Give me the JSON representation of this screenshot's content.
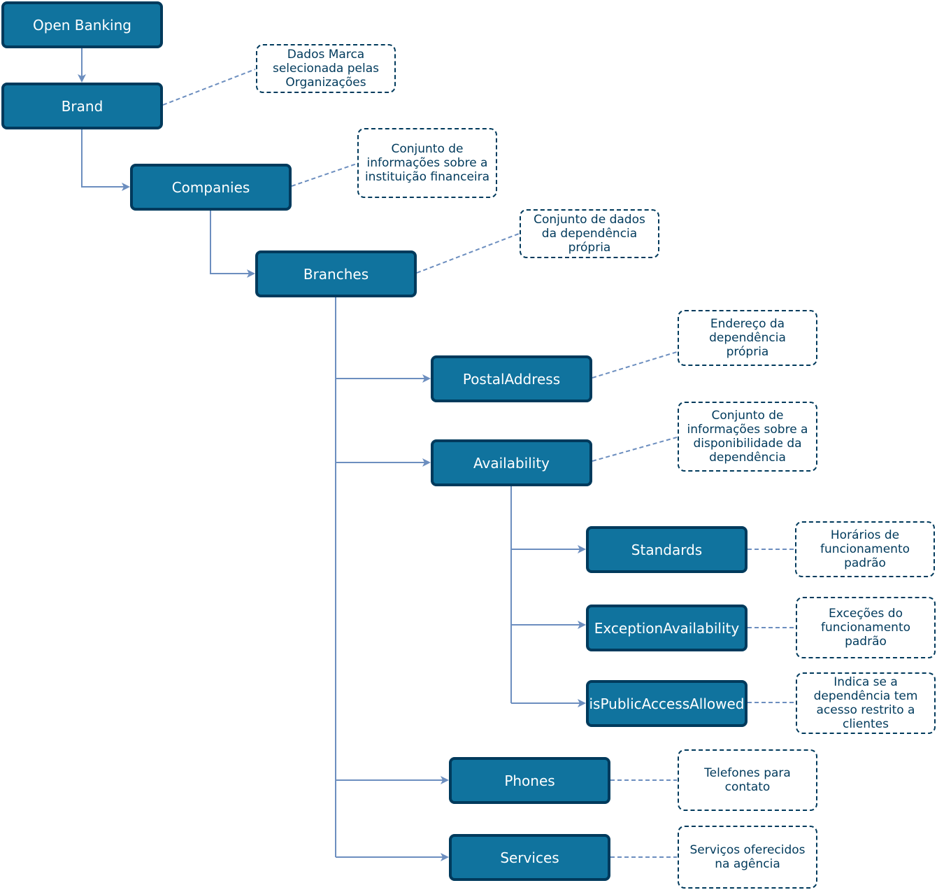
{
  "colors": {
    "node_fill": "#10739e",
    "node_border": "#003a5c",
    "node_text": "#ffffff",
    "note_border": "#003a5c",
    "note_text": "#003a5c",
    "connector": "#6c8ebf"
  },
  "nodes": {
    "open_banking": "Open Banking",
    "brand": "Brand",
    "companies": "Companies",
    "branches": "Branches",
    "postal_address": "PostalAddress",
    "availability": "Availability",
    "standards": "Standards",
    "exception_availability": "ExceptionAvailability",
    "is_public_access_allowed": "isPublicAccessAllowed",
    "phones": "Phones",
    "services": "Services"
  },
  "notes": {
    "brand": "Dados Marca selecionada pelas Organizações",
    "companies": "Conjunto de informações sobre a instituição financeira",
    "branches": "Conjunto de dados da dependência própria",
    "postal_address": "Endereço da dependência própria",
    "availability": "Conjunto de informações sobre a disponibilidade da dependência",
    "standards": "Horários de funcionamento padrão",
    "exception_availability": "Exceções do funcionamento padrão",
    "is_public_access_allowed": "Indica se a dependência tem acesso restrito a clientes",
    "phones": "Telefones para contato",
    "services": "Serviços oferecidos na agência"
  }
}
